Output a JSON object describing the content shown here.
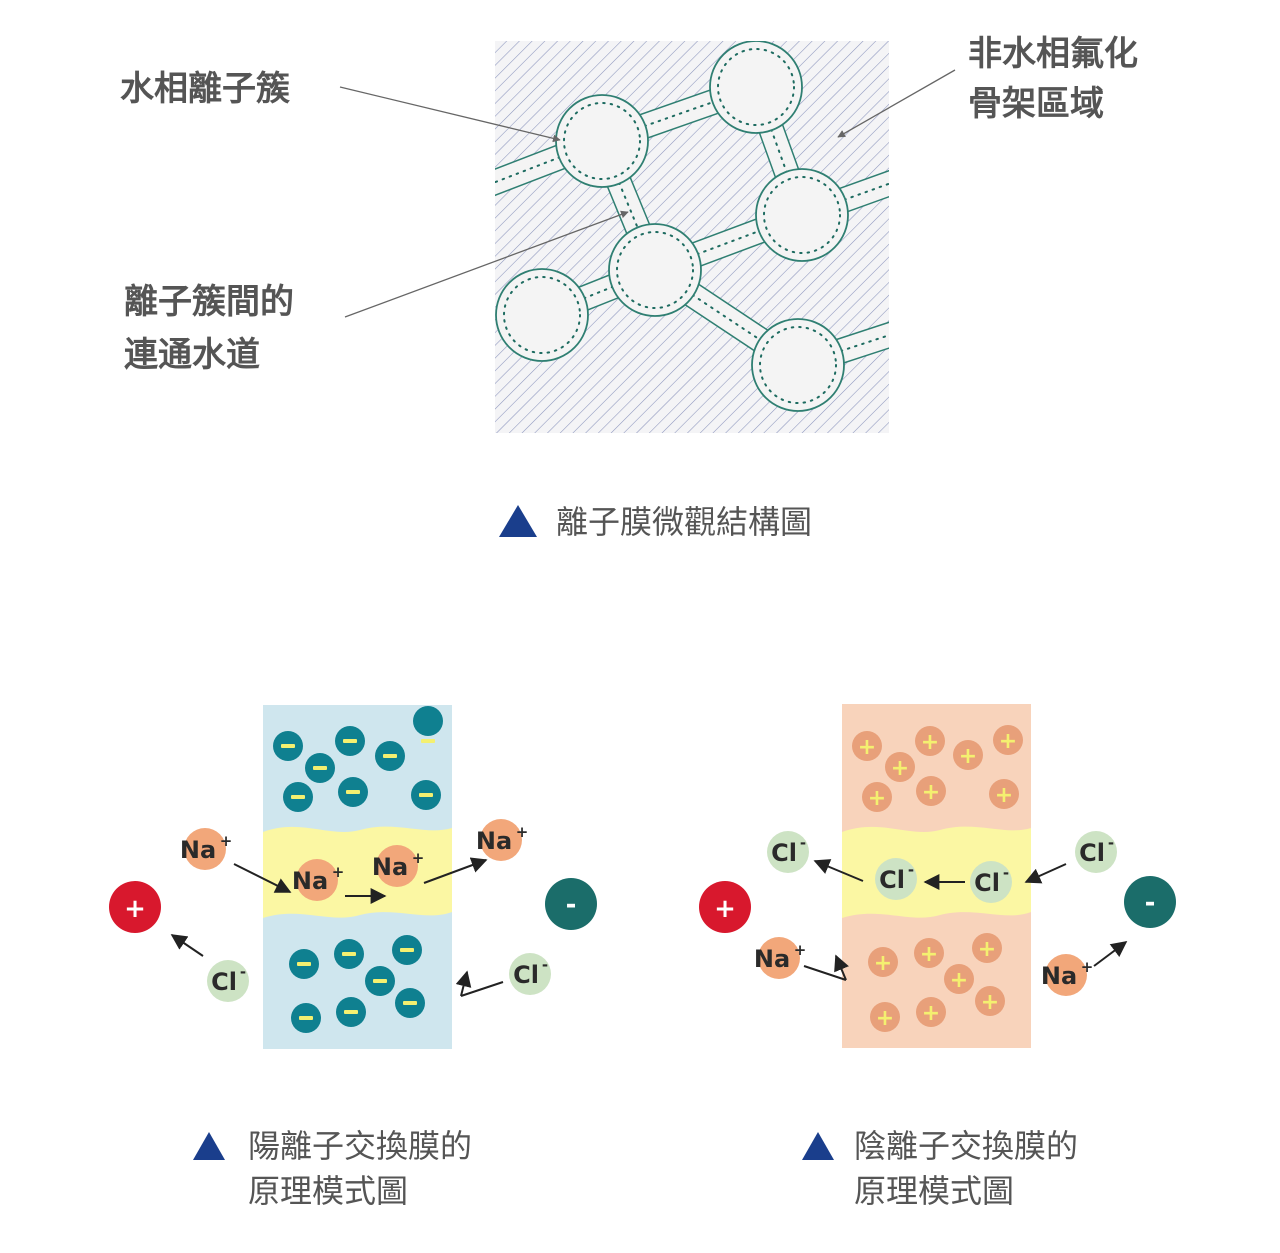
{
  "micro": {
    "label_clusters": "水相離子簇",
    "label_backbone_line1": "非水相氟化",
    "label_backbone_line2": "骨架區域",
    "label_channels_line1": "離子簇間的",
    "label_channels_line2": "連通水道",
    "caption": "離子膜微觀結構圖"
  },
  "cation_panel": {
    "caption_line1": "陽離子交換膜的",
    "caption_line2": "原理模式圖"
  },
  "anion_panel": {
    "caption_line1": "陰離子交換膜的",
    "caption_line2": "原理模式圖"
  },
  "ions": {
    "na": "Na",
    "cl": "Cl",
    "plus": "+",
    "minus": "-"
  },
  "colors": {
    "caption_triangle": "#1a3e8c",
    "label_text": "#555555",
    "cation_membrane": "#cfe6ee",
    "anion_membrane": "#f8d3bb",
    "water_channel": "#fbf7a3",
    "fixed_anion": "#0f8090",
    "fixed_cation": "#e8a07a",
    "na_ion": "#f2a77a",
    "cl_ion": "#cde3c4",
    "anode": "#d8182d",
    "cathode": "#1b6d6a",
    "cluster_outline": "#2f7f72"
  }
}
